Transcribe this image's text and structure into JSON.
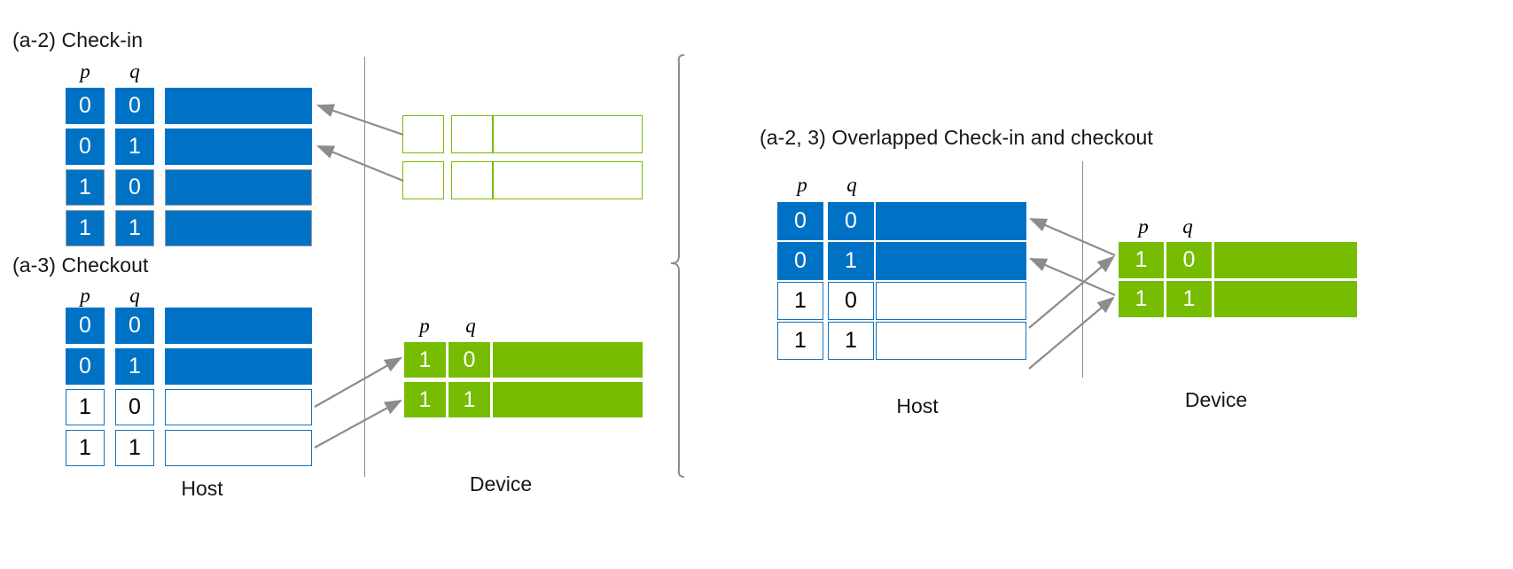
{
  "colors": {
    "blue_fill": "#0072C6",
    "green_fill": "#76BC00",
    "blue_outline": "#1273bd",
    "green_outline": "#76BC00",
    "arrow_gray": "#8c8c8c",
    "text": "#151515"
  },
  "panels": {
    "checkin": {
      "title": "(a-2) Check-in",
      "host": {
        "headers": [
          "p",
          "q"
        ],
        "rows": [
          {
            "p": "0",
            "q": "0",
            "style": "blue-filled"
          },
          {
            "p": "0",
            "q": "1",
            "style": "blue-filled"
          },
          {
            "p": "1",
            "q": "0",
            "style": "blue-filled-bordered"
          },
          {
            "p": "1",
            "q": "1",
            "style": "blue-filled-bordered"
          }
        ]
      },
      "device": {
        "rows": [
          {
            "p": "",
            "q": "",
            "style": "green-outline"
          },
          {
            "p": "",
            "q": "",
            "style": "green-outline"
          }
        ]
      }
    },
    "checkout": {
      "title": "(a-3) Checkout",
      "host": {
        "headers": [
          "p",
          "q"
        ],
        "rows": [
          {
            "p": "0",
            "q": "0",
            "style": "blue-filled"
          },
          {
            "p": "0",
            "q": "1",
            "style": "blue-filled"
          },
          {
            "p": "1",
            "q": "0",
            "style": "blue-outline"
          },
          {
            "p": "1",
            "q": "1",
            "style": "blue-outline"
          }
        ]
      },
      "device": {
        "headers": [
          "p",
          "q"
        ],
        "rows": [
          {
            "p": "1",
            "q": "0",
            "style": "green-filled"
          },
          {
            "p": "1",
            "q": "1",
            "style": "green-filled"
          }
        ]
      }
    },
    "overlapped": {
      "title": "(a-2, 3) Overlapped Check-in and checkout",
      "host": {
        "headers": [
          "p",
          "q"
        ],
        "rows": [
          {
            "p": "0",
            "q": "0",
            "style": "blue-filled"
          },
          {
            "p": "0",
            "q": "1",
            "style": "blue-filled"
          },
          {
            "p": "1",
            "q": "0",
            "style": "blue-outline"
          },
          {
            "p": "1",
            "q": "1",
            "style": "blue-outline"
          }
        ]
      },
      "device": {
        "headers": [
          "p",
          "q"
        ],
        "rows": [
          {
            "p": "1",
            "q": "0",
            "style": "green-filled"
          },
          {
            "p": "1",
            "q": "1",
            "style": "green-filled"
          }
        ]
      }
    }
  },
  "labels": {
    "host": "Host",
    "device": "Device"
  }
}
